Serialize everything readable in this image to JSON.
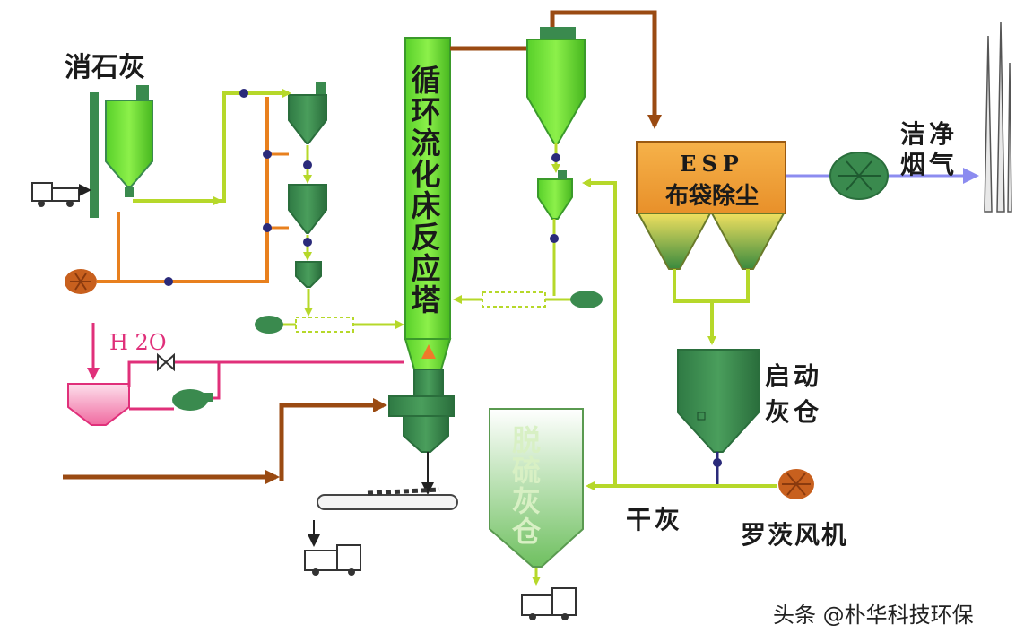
{
  "labels": {
    "slaked_lime": "消石灰",
    "reactor": "循环流化床反应塔",
    "esp_line1": "ESP",
    "esp_line2": "布袋除尘",
    "clean_flue_gas_line1": "洁净",
    "clean_flue_gas_line2": "烟气",
    "water": "H 2O",
    "startup_ash_silo_line1": "启动",
    "startup_ash_silo_line2": "灰仓",
    "desulf_ash_silo": "脱硫灰仓",
    "dry_ash": "干灰",
    "roots_blower": "罗茨风机"
  },
  "watermark": "头条 @朴华科技环保",
  "colors": {
    "green_bright": "#6ee03c",
    "green_dark": "#3a8a4e",
    "line_yellowgreen": "#b6d82a",
    "line_orange": "#e8801e",
    "line_brown": "#9a4a12",
    "line_pink": "#e0307a",
    "line_purple": "#8c8cf0",
    "esp_orange": "#f2a23c",
    "blower_brown": "#c8601e"
  }
}
